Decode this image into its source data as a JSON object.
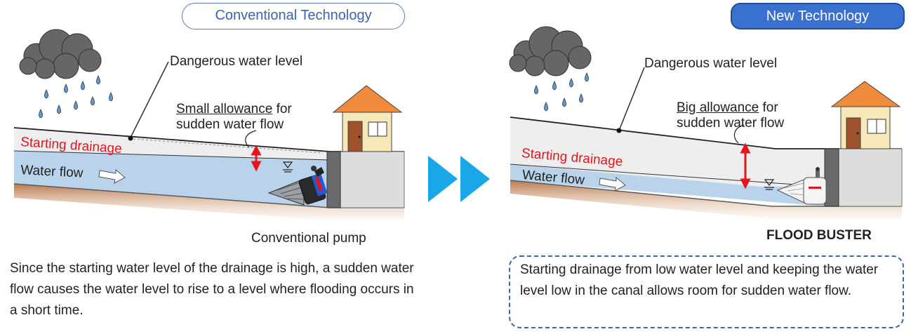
{
  "left": {
    "header": "Conventional Technology",
    "danger_label": "Dangerous water level",
    "allowance_underlined": "Small allowance",
    "allowance_rest": " for",
    "allowance_line2": "sudden water flow",
    "starting_drainage": "Starting drainage",
    "water_flow": "Water flow",
    "pump_label": "Conventional pump",
    "caption": "Since the starting water level of the drainage is high, a sudden water flow causes the water level to rise to a level where flooding occurs in a short time."
  },
  "right": {
    "header": "New Technology",
    "danger_label": "Dangerous water level",
    "allowance_underlined": "Big allowance",
    "allowance_rest": " for",
    "allowance_line2": "sudden water flow",
    "starting_drainage": "Starting drainage",
    "water_flow": "Water flow",
    "pump_label": "FLOOD BUSTER",
    "caption": "Starting drainage from low water level and keeping the water level low in the canal allows room for sudden water flow."
  },
  "colors": {
    "water": "#b8d3ea",
    "danger_zone": "#eeeeee",
    "ground": "#c98a5c",
    "arrow_red": "#e8141b",
    "transition_arrow": "#1aa7e8",
    "roof": "#f08a3c",
    "house": "#f6e8b8"
  }
}
